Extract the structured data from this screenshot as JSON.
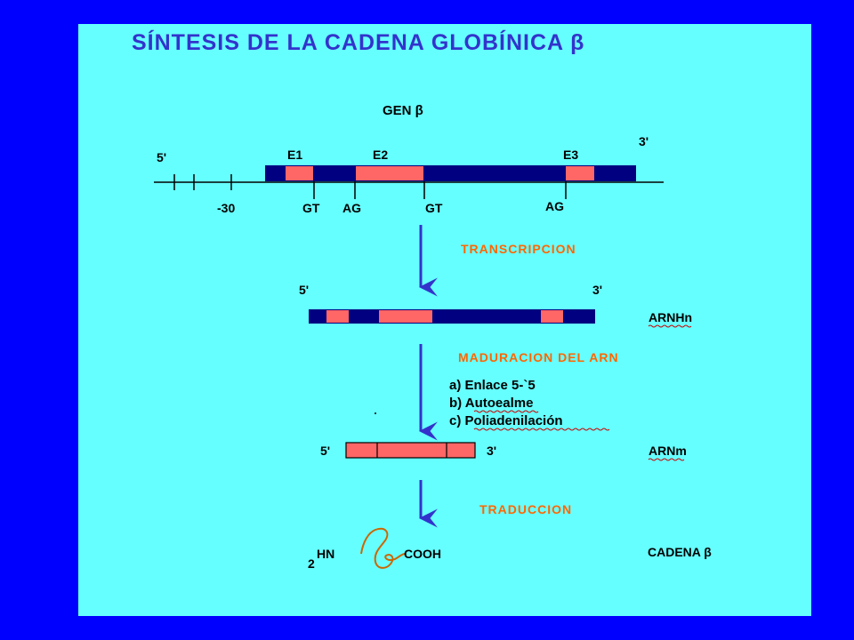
{
  "title": "SÍNTESIS DE LA CADENA GLOBÍNICA β",
  "gene": {
    "label": "GEN β",
    "five_prime": "5'",
    "three_prime": "3'",
    "position_label": "-30",
    "exons": [
      "E1",
      "E2",
      "E3"
    ],
    "splice_sites": [
      "GT",
      "AG",
      "GT",
      "AG"
    ]
  },
  "steps": {
    "transcription": "TRANSCRIPCION",
    "maturation": "MADURACION DEL ARN",
    "translation": "TRADUCCION"
  },
  "hnrna": {
    "label": "ARNHn",
    "five_prime": "5'",
    "three_prime": "3'"
  },
  "maturation_items": [
    "a) Enlace 5-`5",
    "b) Autoealme",
    "c) Poliadenilación"
  ],
  "mrna": {
    "label": "ARNm",
    "five_prime": "5'",
    "three_prime": "3'"
  },
  "protein": {
    "subscript": "2",
    "n_terminus": "HN",
    "c_terminus": "COOH",
    "label": "CADENA β"
  },
  "colors": {
    "background": "#0000ff",
    "panel": "#66ffff",
    "title": "#3333cc",
    "dna_block": "#000080",
    "exon": "#ff6666",
    "arrow": "#3333cc",
    "step_text": "#ff6600",
    "protein_chain": "#cc6600"
  }
}
